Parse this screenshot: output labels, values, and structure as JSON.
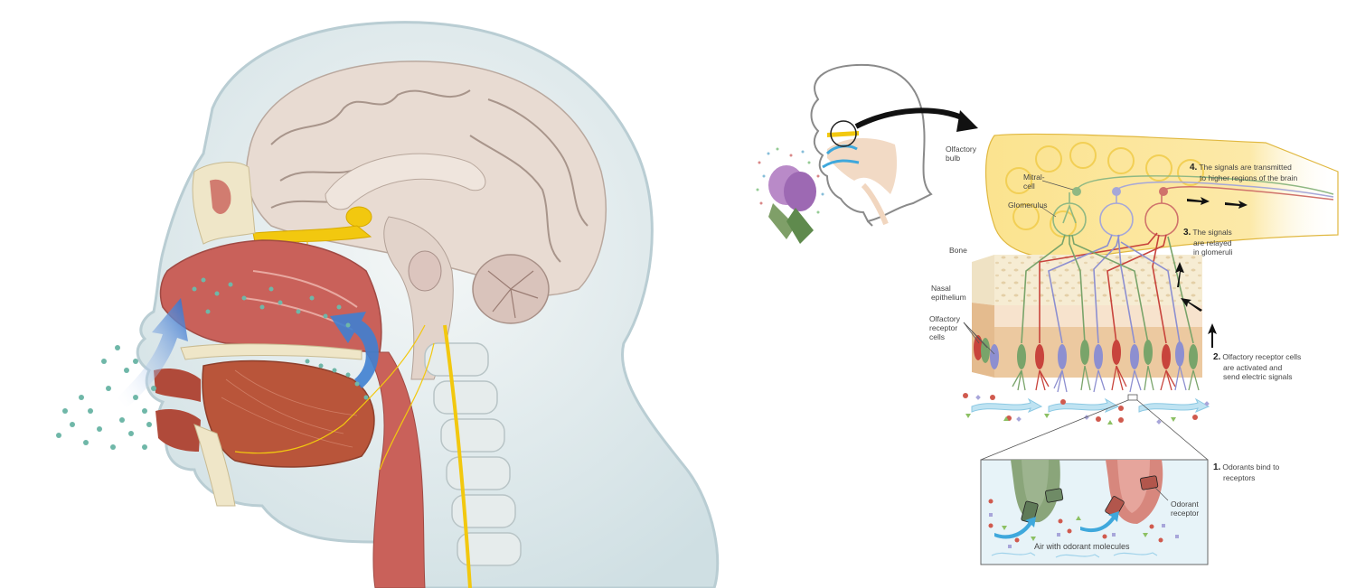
{
  "figure": {
    "left_panel": {
      "subject": "Sagittal section of human head showing airflow of odorant molecules through nasal cavity to olfactory bulb",
      "colors": {
        "skin": "#dfe8ea",
        "brain": "#e6d8cf",
        "nasal_tissue": "#c9615a",
        "muscle": "#b9553a",
        "bone": "#efe6c8",
        "olfactory_nerve": "#f2c80f",
        "airflow_arrow": "#3f7fd0",
        "odorant_dots": "#6fb7a8"
      }
    },
    "right_panel": {
      "labels": {
        "olfactory_bulb": [
          "Olfactory",
          "bulb"
        ],
        "mitral_cell": [
          "Mitral-",
          "cell"
        ],
        "glomerulus": "Glomerulus",
        "bone": "Bone",
        "nasal_epithelium": [
          "Nasal",
          "epithelium"
        ],
        "olfactory_receptor_cells": [
          "Olfactory",
          "receptor",
          "cells"
        ],
        "odorant_receptor": [
          "Odorant",
          "receptor"
        ],
        "air_with_odorant_molecules": "Air with odorant molecules"
      },
      "steps": [
        {
          "num": "1.",
          "lines": [
            "Odorants bind to",
            "receptors"
          ]
        },
        {
          "num": "2.",
          "lines": [
            "Olfactory receptor cells",
            "are activated and",
            "send electric signals"
          ]
        },
        {
          "num": "3.",
          "lines": [
            "The signals",
            "are relayed",
            "in glomeruli"
          ]
        },
        {
          "num": "4.",
          "lines": [
            "The signals are transmitted",
            "to higher regions of the brain"
          ]
        }
      ],
      "colors": {
        "bulb": "#fbe69a",
        "glomerulus_ring": "#f2cf55",
        "cell_red": "#c8443c",
        "cell_green": "#79a46a",
        "cell_purple": "#8d8fd0",
        "bone_bg": "#f6ecd3",
        "epithelium": "#ecc9a0",
        "inset_bg": "#e7f3f8",
        "air_arrow": "#9fd2ea"
      }
    }
  }
}
